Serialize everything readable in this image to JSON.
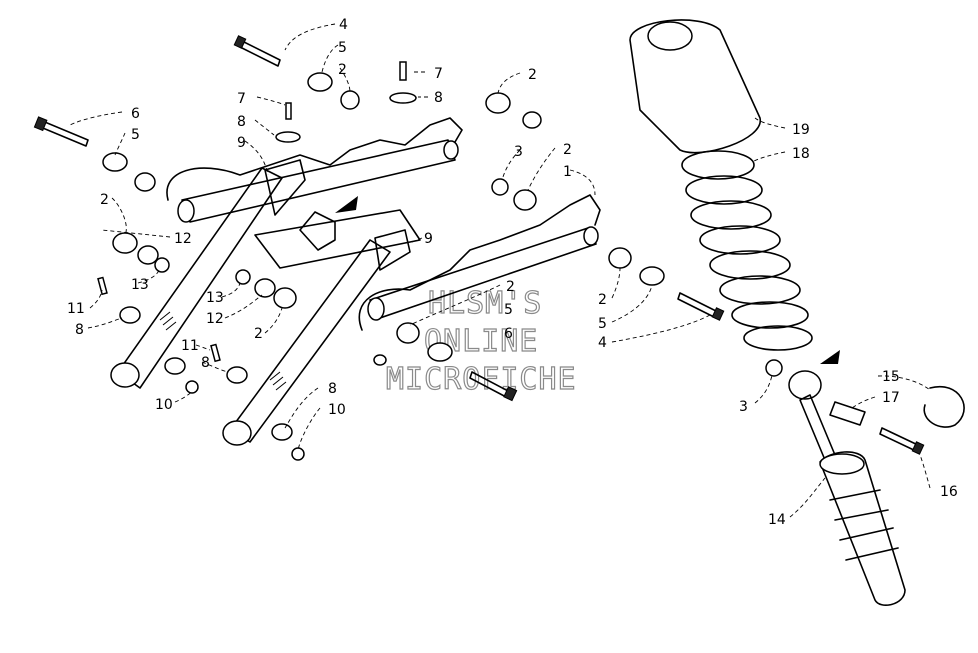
{
  "watermark": [
    "HLSM'S",
    "ONLINE",
    "MICROFICHE"
  ],
  "callouts": [
    {
      "id": "c4-top",
      "text": "4"
    },
    {
      "id": "c5-top",
      "text": "5"
    },
    {
      "id": "c2-top-a",
      "text": "2"
    },
    {
      "id": "c7-top",
      "text": "7"
    },
    {
      "id": "c8-top",
      "text": "8"
    },
    {
      "id": "c2-top-b",
      "text": "2"
    },
    {
      "id": "c6-left",
      "text": "6"
    },
    {
      "id": "c5-left",
      "text": "5"
    },
    {
      "id": "c7-mid",
      "text": "7"
    },
    {
      "id": "c8-mid",
      "text": "8"
    },
    {
      "id": "c9-mid",
      "text": "9"
    },
    {
      "id": "c3-mid",
      "text": "3"
    },
    {
      "id": "c2-mid",
      "text": "2"
    },
    {
      "id": "c1",
      "text": "1"
    },
    {
      "id": "c2-left",
      "text": "2"
    },
    {
      "id": "c12-left",
      "text": "12"
    },
    {
      "id": "c9-right",
      "text": "9"
    },
    {
      "id": "c13-left",
      "text": "13"
    },
    {
      "id": "c13-mid",
      "text": "13"
    },
    {
      "id": "c11-left",
      "text": "11"
    },
    {
      "id": "c8-left",
      "text": "8"
    },
    {
      "id": "c12-mid",
      "text": "12"
    },
    {
      "id": "c2-center",
      "text": "2"
    },
    {
      "id": "c11-mid",
      "text": "11"
    },
    {
      "id": "c8-lower",
      "text": "8"
    },
    {
      "id": "c10-left",
      "text": "10"
    },
    {
      "id": "c8-bottom",
      "text": "8"
    },
    {
      "id": "c10-bottom",
      "text": "10"
    },
    {
      "id": "c2-right-a",
      "text": "2"
    },
    {
      "id": "c5-right-a",
      "text": "5"
    },
    {
      "id": "c6-right",
      "text": "6"
    },
    {
      "id": "c2-right-b",
      "text": "2"
    },
    {
      "id": "c5-right-b",
      "text": "5"
    },
    {
      "id": "c4-right",
      "text": "4"
    },
    {
      "id": "c19",
      "text": "19"
    },
    {
      "id": "c18",
      "text": "18"
    },
    {
      "id": "c3-shock",
      "text": "3"
    },
    {
      "id": "c15",
      "text": "15"
    },
    {
      "id": "c17",
      "text": "17"
    },
    {
      "id": "c16",
      "text": "16"
    },
    {
      "id": "c14",
      "text": "14"
    }
  ]
}
